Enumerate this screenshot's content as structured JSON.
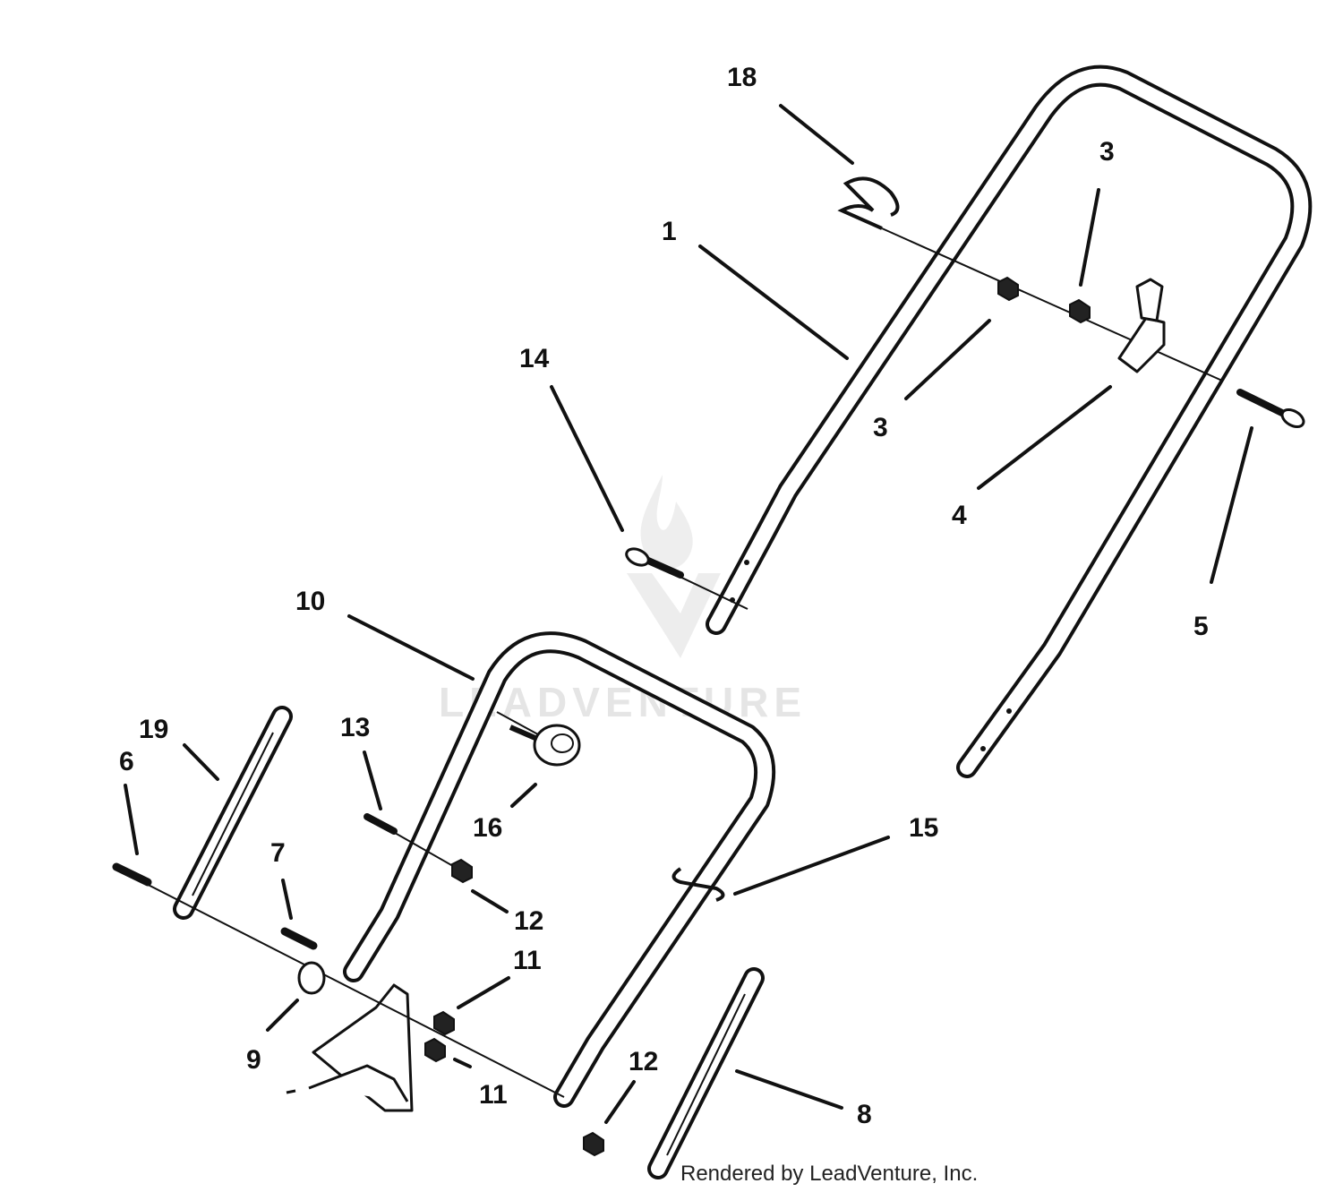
{
  "watermark": {
    "text": "LEADVENTURE"
  },
  "credit": "Rendered by LeadVenture, Inc.",
  "callouts": [
    {
      "id": "c18",
      "label": "18"
    },
    {
      "id": "c1",
      "label": "1"
    },
    {
      "id": "c3a",
      "label": "3"
    },
    {
      "id": "c3b",
      "label": "3"
    },
    {
      "id": "c14",
      "label": "14"
    },
    {
      "id": "c4",
      "label": "4"
    },
    {
      "id": "c5",
      "label": "5"
    },
    {
      "id": "c10",
      "label": "10"
    },
    {
      "id": "c19",
      "label": "19"
    },
    {
      "id": "c13",
      "label": "13"
    },
    {
      "id": "c6",
      "label": "6"
    },
    {
      "id": "c16",
      "label": "16"
    },
    {
      "id": "c15",
      "label": "15"
    },
    {
      "id": "c7",
      "label": "7"
    },
    {
      "id": "c12a",
      "label": "12"
    },
    {
      "id": "c11a",
      "label": "11"
    },
    {
      "id": "c9",
      "label": "9"
    },
    {
      "id": "c11b",
      "label": "11"
    },
    {
      "id": "c12b",
      "label": "12"
    },
    {
      "id": "c8",
      "label": "8"
    }
  ]
}
